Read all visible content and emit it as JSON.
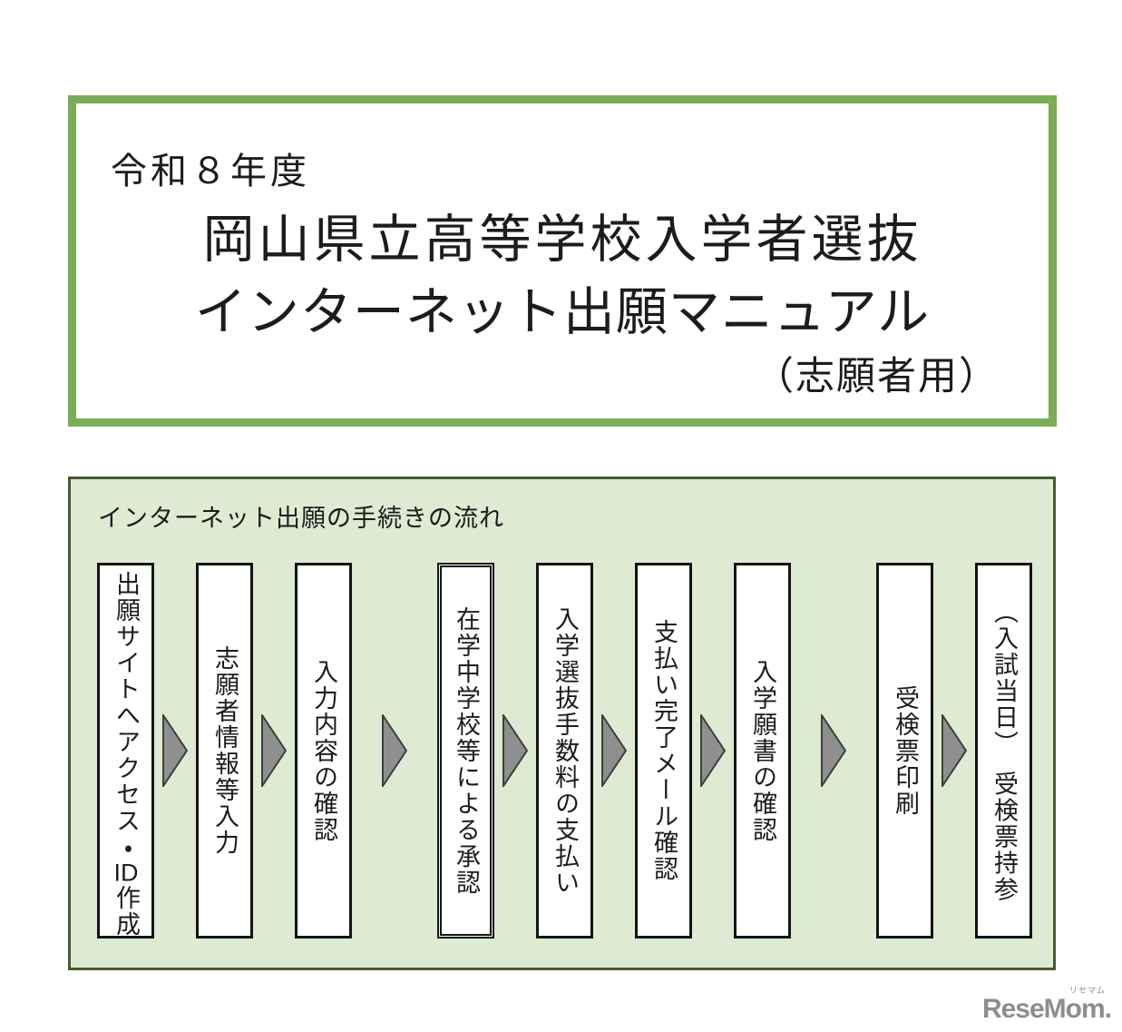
{
  "title_box": {
    "border_color": "#7aad56",
    "fiscal_year": "令和８年度",
    "line1": "岡山県立高等学校入学者選抜",
    "line2": "インターネット出願マニュアル",
    "audience": "（志願者用）"
  },
  "flow": {
    "background": "#deead2",
    "border_color": "#465a2e",
    "arrow_color": "#8f8f8f",
    "arrow_outline_color": "#3d3d3d",
    "heading": "インターネット出願の手続きの流れ",
    "steps": [
      {
        "label": "出願サイトへアクセス・ID作成",
        "emphasis": false,
        "wide_gap_before": false
      },
      {
        "label": "志願者情報等入力",
        "emphasis": false,
        "wide_gap_before": false
      },
      {
        "label": "入力内容の確認",
        "emphasis": false,
        "wide_gap_before": false
      },
      {
        "label": "在学中学校等による承認",
        "emphasis": true,
        "wide_gap_before": true
      },
      {
        "label": "入学選抜手数料の支払い",
        "emphasis": false,
        "wide_gap_before": false
      },
      {
        "label": "支払い完了メール確認",
        "emphasis": false,
        "wide_gap_before": false
      },
      {
        "label": "入学願書の確認",
        "emphasis": false,
        "wide_gap_before": false
      },
      {
        "label": "受検票印刷",
        "emphasis": false,
        "wide_gap_before": true
      },
      {
        "label": "（入試当日）　受検票持参",
        "emphasis": false,
        "wide_gap_before": false
      }
    ]
  },
  "logo": {
    "word": "ReseMom.",
    "ruby": "リセマム",
    "color": "#8d8d8d"
  }
}
